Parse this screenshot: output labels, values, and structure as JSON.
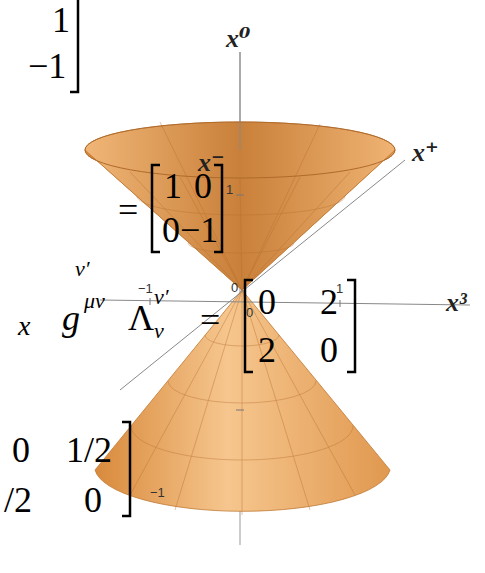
{
  "diagram": {
    "labels": [
      "1",
      "−1",
      "=",
      "1",
      "0",
      "0",
      "−1",
      "ν′",
      "x",
      "g",
      "μν",
      "Λ",
      "ν′",
      "ν",
      "=",
      "0",
      "2",
      "2",
      "0",
      "0",
      "1/2",
      "/2",
      "0",
      "x⁰",
      "x⁺",
      "x⁻",
      "x³",
      "1",
      "1",
      "0",
      "0",
      "−1",
      "−1"
    ]
  }
}
